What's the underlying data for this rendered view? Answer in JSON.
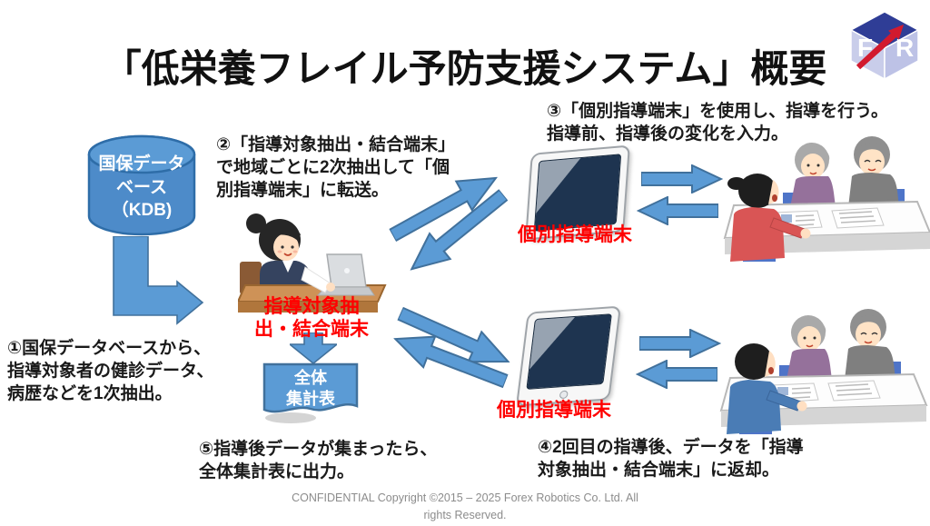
{
  "colors": {
    "arrow_blue": "#5B9BD5",
    "arrow_border": "#41719C",
    "accent_red": "#FF0000",
    "cylinder_blue": "#4D8BC9",
    "cylinder_border": "#2E6DA8",
    "screen_navy": "#1E3450",
    "footer_gray": "#8C8C8C",
    "logo_navy": "#2F3D96",
    "logo_lavender": "#C9CDEA",
    "logo_red": "#D21A2E"
  },
  "slide": {
    "title": "「低栄養フレイル予防支援システム」概要",
    "footer": "CONFIDENTIAL Copyright ©2015 – 2025 Forex Robotics Co. Ltd. All\nrights Reserved."
  },
  "logo": {
    "letter_f": "F",
    "letter_r": "R"
  },
  "nodes": {
    "database": {
      "label": "国保データ\nベース\n（KDB)"
    },
    "extract_terminal": {
      "label": "指導対象抽\n出・結合端末"
    },
    "summary_sheet": {
      "label": "全体\n集計表"
    },
    "tablet_top": {
      "label": "個別指導端末"
    },
    "tablet_bottom": {
      "label": "個別指導端末"
    }
  },
  "steps": {
    "step1": "①国保データベースから、\n指導対象者の健診データ、\n病歴などを1次抽出。",
    "step2": "②「指導対象抽出・結合端末」\nで地域ごとに2次抽出して「個\n別指導端末」に転送。",
    "step3": "③「個別指導端末」を使用し、指導を行う。\n指導前、指導後の変化を入力。",
    "step4": "④2回目の指導後、データを「指導\n対象抽出・結合端末」に返却。",
    "step5": "⑤指導後データが集まったら、\n全体集計表に出力。"
  }
}
